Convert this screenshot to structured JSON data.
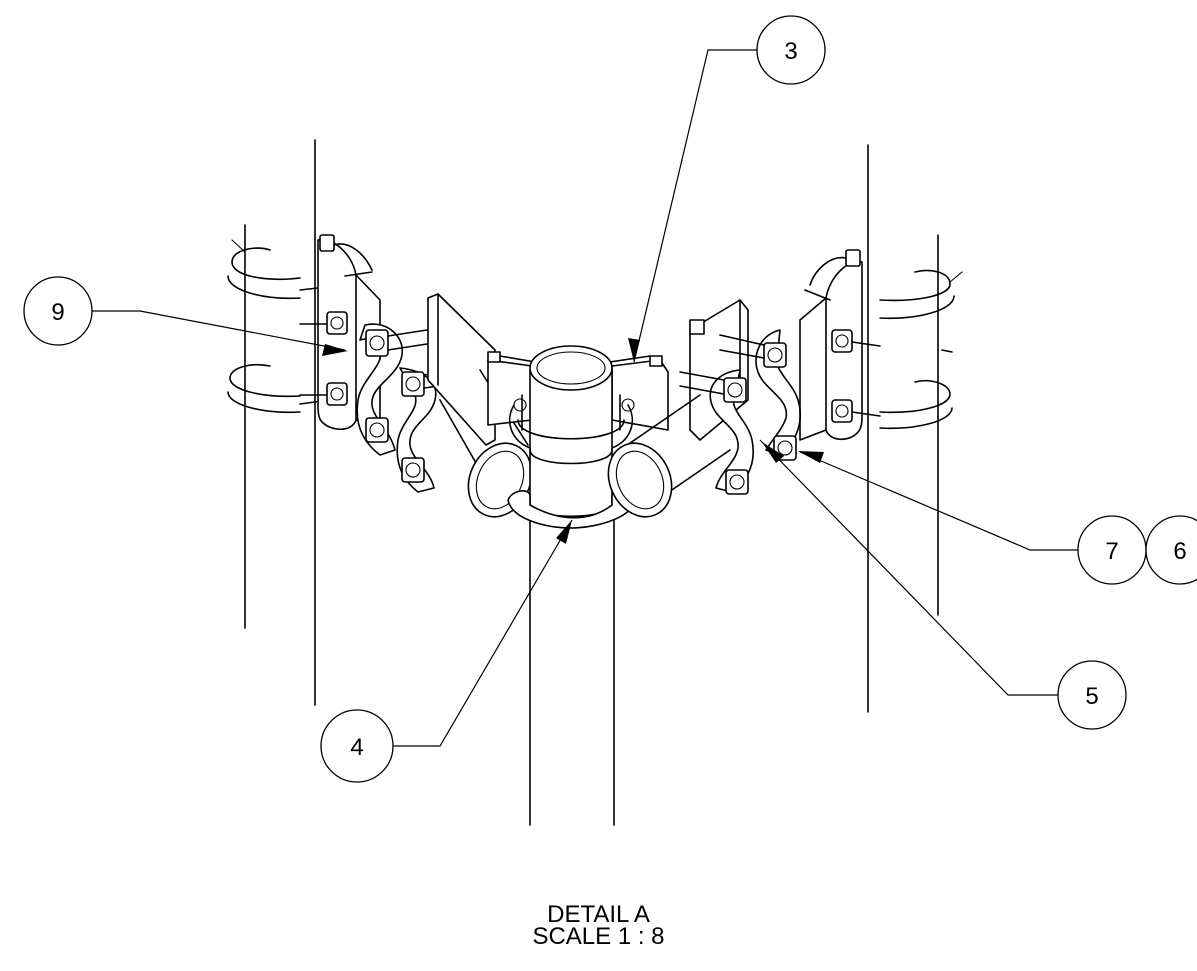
{
  "balloons": [
    {
      "id": "b3",
      "label": "3"
    },
    {
      "id": "b9",
      "label": "9"
    },
    {
      "id": "b7",
      "label": "7"
    },
    {
      "id": "b6",
      "label": "6"
    },
    {
      "id": "b5",
      "label": "5"
    },
    {
      "id": "b4",
      "label": "4"
    }
  ],
  "caption": {
    "title": "DETAIL A",
    "scale": "SCALE 1 : 8"
  }
}
